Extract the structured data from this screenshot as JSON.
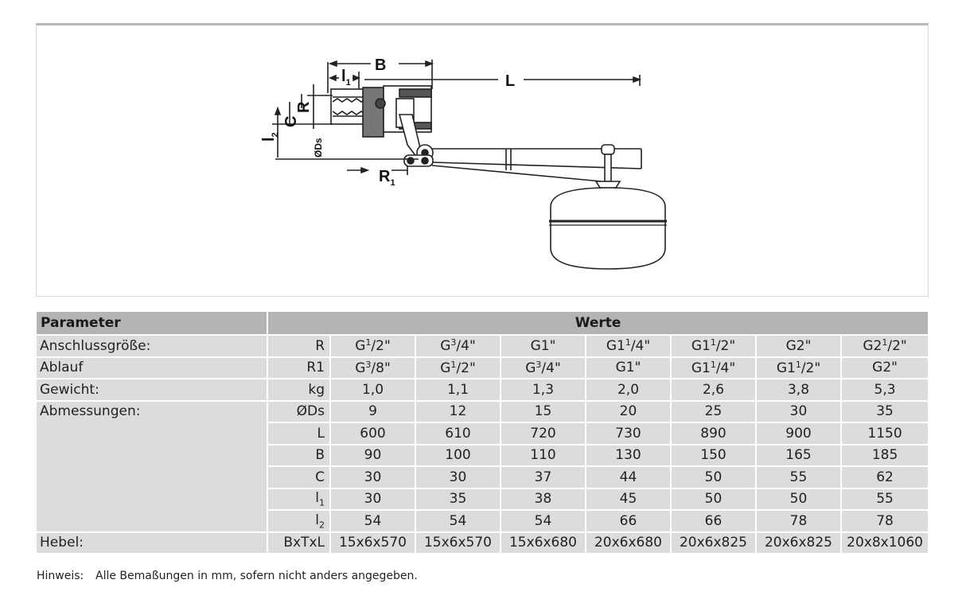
{
  "diagram": {
    "labels": {
      "b": "B",
      "l": "L",
      "l1": "l",
      "l1_sub": "1",
      "l2": "l",
      "l2_sub": "2",
      "c": "C",
      "r": "R",
      "ds": "ØDs",
      "r1": "R",
      "r1_sub": "1"
    }
  },
  "table": {
    "header": {
      "param": "Parameter",
      "values": "Werte"
    },
    "rows": [
      {
        "param": "Anschlussgröße:",
        "unit": "R",
        "cells": [
          {
            "base": "G",
            "sup": "1",
            "rest": "/2\""
          },
          {
            "base": "G",
            "sup": "3",
            "rest": "/4\""
          },
          {
            "base": "G1\"",
            "sup": "",
            "rest": ""
          },
          {
            "base": "G1",
            "sup": "1",
            "rest": "/4\""
          },
          {
            "base": "G1",
            "sup": "1",
            "rest": "/2\""
          },
          {
            "base": "G2\"",
            "sup": "",
            "rest": ""
          },
          {
            "base": "G2",
            "sup": "1",
            "rest": "/2\""
          }
        ]
      },
      {
        "param": "Ablauf",
        "unit": "R1",
        "cells": [
          {
            "base": "G",
            "sup": "3",
            "rest": "/8\""
          },
          {
            "base": "G",
            "sup": "1",
            "rest": "/2\""
          },
          {
            "base": "G",
            "sup": "3",
            "rest": "/4\""
          },
          {
            "base": "G1\"",
            "sup": "",
            "rest": ""
          },
          {
            "base": "G1",
            "sup": "1",
            "rest": "/4\""
          },
          {
            "base": "G1",
            "sup": "1",
            "rest": "/2\""
          },
          {
            "base": "G2\"",
            "sup": "",
            "rest": ""
          }
        ]
      },
      {
        "param": "Gewicht:",
        "unit": "kg",
        "cells": [
          {
            "base": "1,0"
          },
          {
            "base": "1,1"
          },
          {
            "base": "1,3"
          },
          {
            "base": "2,0"
          },
          {
            "base": "2,6"
          },
          {
            "base": "3,8"
          },
          {
            "base": "5,3"
          }
        ]
      },
      {
        "param": "Abmessungen:",
        "unit": "ØDs",
        "cells": [
          {
            "base": "9"
          },
          {
            "base": "12"
          },
          {
            "base": "15"
          },
          {
            "base": "20"
          },
          {
            "base": "25"
          },
          {
            "base": "30"
          },
          {
            "base": "35"
          }
        ]
      },
      {
        "param": "",
        "unit": "L",
        "cells": [
          {
            "base": "600"
          },
          {
            "base": "610"
          },
          {
            "base": "720"
          },
          {
            "base": "730"
          },
          {
            "base": "890"
          },
          {
            "base": "900"
          },
          {
            "base": "1150"
          }
        ]
      },
      {
        "param": "",
        "unit": "B",
        "cells": [
          {
            "base": "90"
          },
          {
            "base": "100"
          },
          {
            "base": "110"
          },
          {
            "base": "130"
          },
          {
            "base": "150"
          },
          {
            "base": "165"
          },
          {
            "base": "185"
          }
        ]
      },
      {
        "param": "",
        "unit": "C",
        "cells": [
          {
            "base": "30"
          },
          {
            "base": "30"
          },
          {
            "base": "37"
          },
          {
            "base": "44"
          },
          {
            "base": "50"
          },
          {
            "base": "55"
          },
          {
            "base": "62"
          }
        ]
      },
      {
        "param": "",
        "unit": "l",
        "unit_sub": "1",
        "cells": [
          {
            "base": "30"
          },
          {
            "base": "35"
          },
          {
            "base": "38"
          },
          {
            "base": "45"
          },
          {
            "base": "50"
          },
          {
            "base": "50"
          },
          {
            "base": "55"
          }
        ]
      },
      {
        "param": "",
        "unit": "l",
        "unit_sub": "2",
        "cells": [
          {
            "base": "54"
          },
          {
            "base": "54"
          },
          {
            "base": "54"
          },
          {
            "base": "66"
          },
          {
            "base": "66"
          },
          {
            "base": "78"
          },
          {
            "base": "78"
          }
        ]
      },
      {
        "param": "Hebel:",
        "unit": "BxTxL",
        "cells": [
          {
            "base": "15x6x570"
          },
          {
            "base": "15x6x570"
          },
          {
            "base": "15x6x680"
          },
          {
            "base": "20x6x680"
          },
          {
            "base": "20x6x825"
          },
          {
            "base": "20x6x825"
          },
          {
            "base": "20x8x1060"
          }
        ]
      }
    ]
  },
  "note": {
    "label": "Hinweis:",
    "text": "Alle Bemaßungen in mm, sofern nicht anders angegeben."
  }
}
